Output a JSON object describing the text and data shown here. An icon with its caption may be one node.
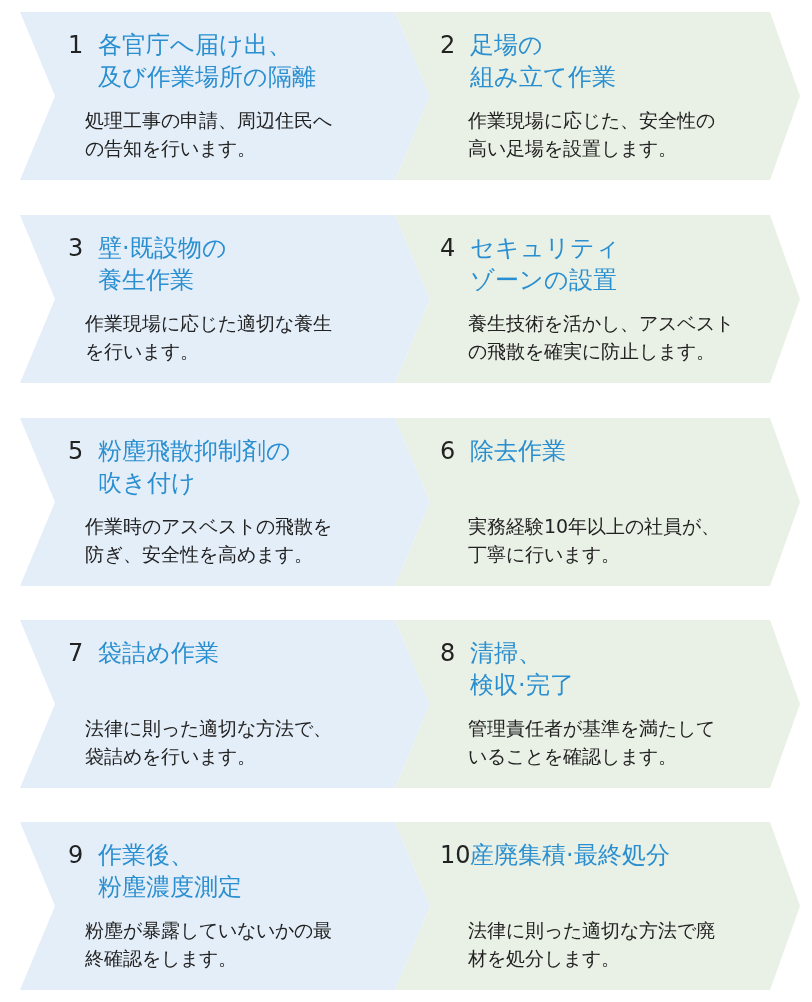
{
  "diagram": {
    "nodes": [
      {
        "text": [
          "1",
          "各官庁へ届け出、及び作業場所の隔離",
          "処理工事の申請、周辺住民への告知を行います。"
        ]
      },
      {
        "text": [
          "2",
          "足場の組み立て作業",
          "作業現場に応じた、安全性の高い足場を設置します。"
        ]
      },
      {
        "text": [
          "3",
          "壁·既設物の養生作業",
          "作業現場に応じた適切な養生を行います。"
        ]
      },
      {
        "text": [
          "4",
          "セキュリティゾーンの設置",
          "養生技術を活かし、アスベストの飛散を確実に防止します。"
        ]
      },
      {
        "text": [
          "5",
          "粉塵飛散抑制剤の吹き付け",
          "作業時のアスベストの飛散を防ぎ、安全性を高めます。"
        ]
      },
      {
        "text": [
          "6",
          "除去作業",
          "実務経験10年以上の社員が、丁寧に行います。"
        ]
      },
      {
        "text": [
          "7",
          "袋詰め作業",
          "法律に則った適切な方法で、袋詰めを行います。"
        ]
      },
      {
        "text": [
          "8",
          "清掃、検収·完了",
          "管理責任者が基準を満たしていることを確認します。"
        ]
      },
      {
        "text": [
          "9",
          "作業後、粉塵濃度測定",
          "粉塵が暴露していないかの最終確認をします。"
        ]
      },
      {
        "text": [
          "10",
          "産廃集積·最終処分",
          "法律に則った適切な方法で廃材を処分します。"
        ]
      }
    ]
  }
}
